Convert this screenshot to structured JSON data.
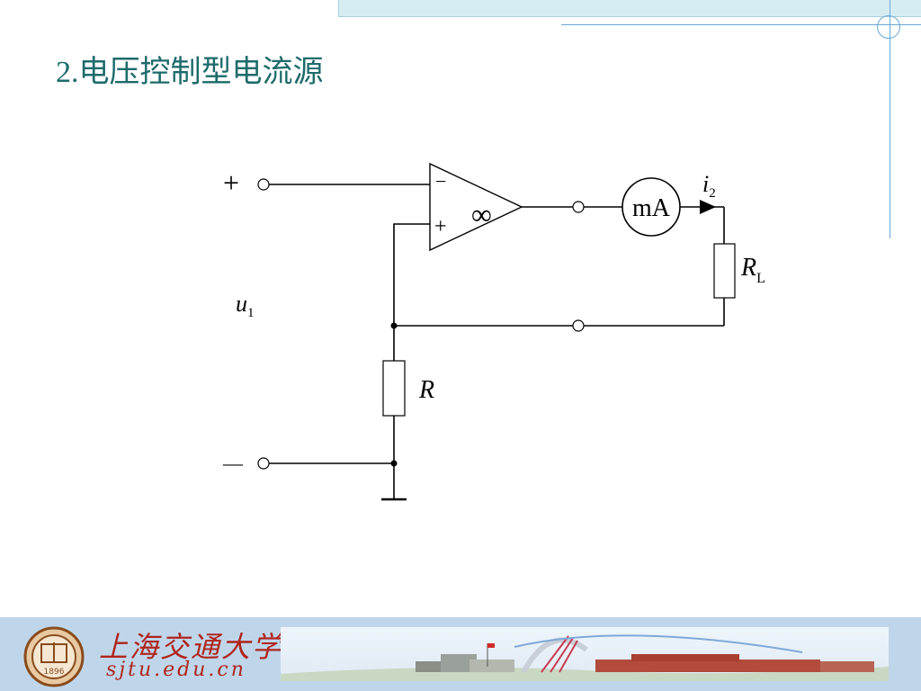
{
  "slide": {
    "title": "2.电压控制型电流源"
  },
  "circuit": {
    "input_plus": "+",
    "input_minus": "—",
    "input_voltage": "u",
    "input_voltage_sub": "1",
    "opamp_minus": "−",
    "opamp_plus": "+",
    "opamp_gain": "∞",
    "meter_label": "mA",
    "current_label": "i",
    "current_sub": "2",
    "load_resistor": "R",
    "load_resistor_sub": "L",
    "feedback_resistor": "R"
  },
  "footer": {
    "logo_text": "上海交通大学",
    "logo_url": "sjtu.edu.cn",
    "seal_year": "1896"
  },
  "colors": {
    "title": "#1e6b6b",
    "accent_line": "#6aa9d6",
    "footer_bg": "#bfd6ea",
    "logo_red": "#b0241c"
  }
}
